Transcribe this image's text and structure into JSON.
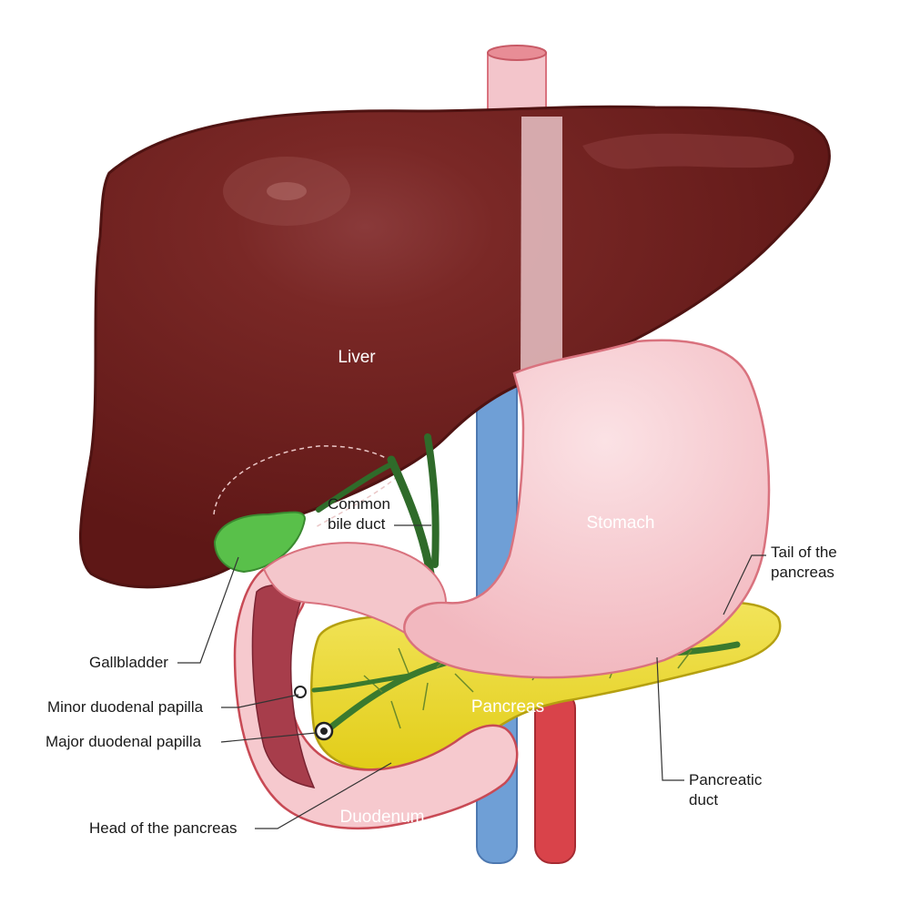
{
  "labels": {
    "liver": "Liver",
    "stomach": "Stomach",
    "pancreas": "Pancreas",
    "duodenum": "Duodenum",
    "common_bile_duct": [
      "Common",
      "bile duct"
    ],
    "tail_of_pancreas": [
      "Tail of the",
      "pancreas"
    ],
    "gallbladder": "Gallbladder",
    "minor_papilla": "Minor duodenal papilla",
    "major_papilla": "Major duodenal papilla",
    "pancreatic_duct": [
      "Pancreatic",
      "duct"
    ],
    "head_of_pancreas": "Head of the pancreas"
  },
  "colors": {
    "liver": "#6b1a19",
    "liver_dark": "#4f1312",
    "stomach": "#f5c3c8",
    "stomach_edge": "#d9727e",
    "pancreas": "#e8d420",
    "pancreas_edge": "#b5a010",
    "duodenum_inner": "#a73d4b",
    "bile_duct": "#2f6b2a",
    "gallbladder": "#59c04a",
    "vena_cava": "#6f9fd6",
    "aorta": "#d9434a",
    "esophagus": "#f3c5cb",
    "leader": "#333333"
  }
}
